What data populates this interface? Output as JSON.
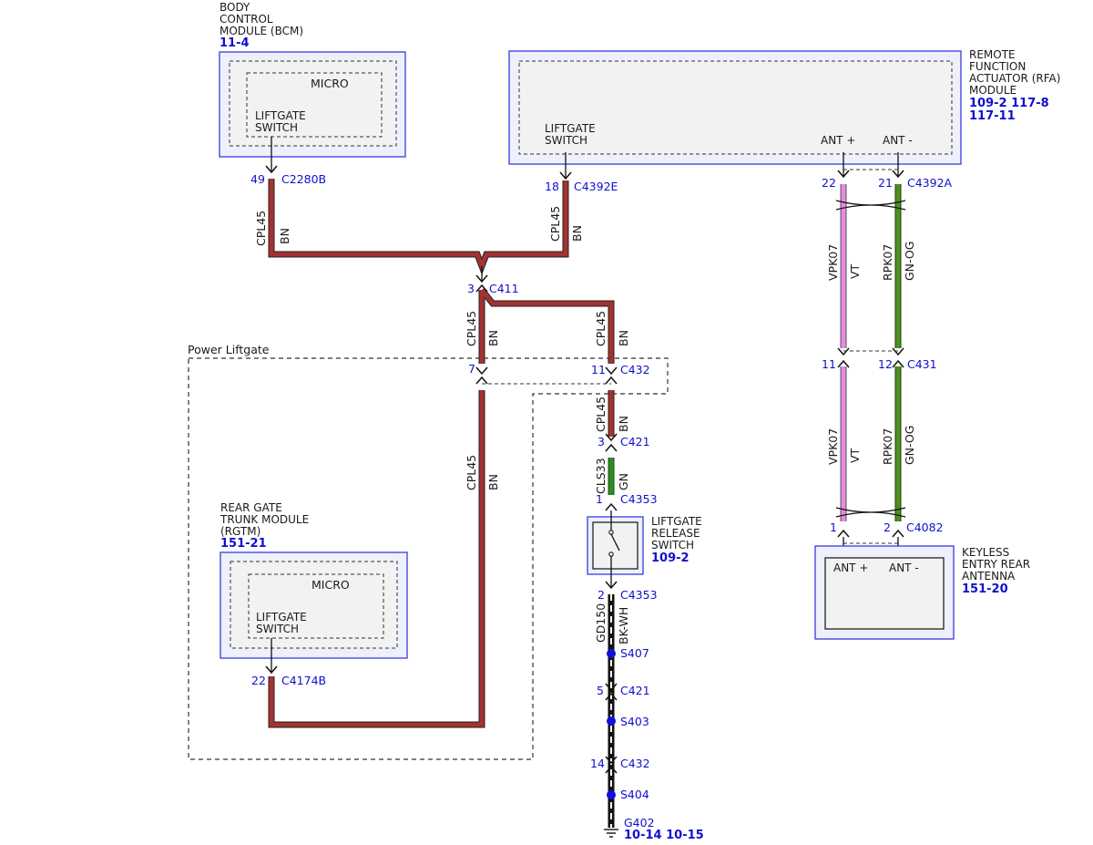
{
  "modules": {
    "bcm": {
      "name_lines": [
        "BODY",
        "CONTROL",
        "MODULE (BCM)"
      ],
      "ref": "11-4",
      "inner_label": "MICRO",
      "switch_lines": [
        "LIFTGATE",
        "SWITCH"
      ],
      "pin": "49",
      "connector": "C2280B"
    },
    "rfa": {
      "name_lines": [
        "REMOTE",
        "FUNCTION",
        "ACTUATOR (RFA)",
        "MODULE"
      ],
      "ref_lines": [
        "109-2 117-8",
        "117-11"
      ],
      "switch_lines": [
        "LIFTGATE",
        "SWITCH"
      ],
      "ant_plus": "ANT +",
      "ant_minus": "ANT -",
      "pin_switch": "18",
      "conn_switch": "C4392E",
      "pin_ant_plus": "22",
      "pin_ant_minus": "21",
      "conn_ant": "C4392A"
    },
    "rgtm": {
      "name_lines": [
        "REAR GATE",
        "TRUNK MODULE",
        "(RGTM)"
      ],
      "ref": "151-21",
      "inner_label": "MICRO",
      "switch_lines": [
        "LIFTGATE",
        "SWITCH"
      ],
      "pin": "22",
      "connector": "C4174B"
    },
    "antenna": {
      "name_lines": [
        "KEYLESS",
        "ENTRY REAR",
        "ANTENNA"
      ],
      "ref": "151-20",
      "ant_plus": "ANT +",
      "ant_minus": "ANT -",
      "pin_plus": "1",
      "pin_minus": "2",
      "connector": "C4082"
    },
    "release_switch": {
      "name_lines": [
        "LIFTGATE",
        "RELEASE",
        "SWITCH"
      ],
      "ref": "109-2"
    }
  },
  "region": {
    "label": "Power Liftgate"
  },
  "connectors": {
    "c411": {
      "pin": "3",
      "name": "C411"
    },
    "c432_left": {
      "pin": "7"
    },
    "c432_right": {
      "pin": "11",
      "name": "C432"
    },
    "c421_top": {
      "pin": "3",
      "name": "C421"
    },
    "c4353_top": {
      "pin": "1",
      "name": "C4353"
    },
    "c4353_bot": {
      "pin": "2",
      "name": "C4353"
    },
    "c421_bot": {
      "pin": "5",
      "name": "C421"
    },
    "c432_bot": {
      "pin": "14",
      "name": "C432"
    },
    "c431": {
      "pin_left": "11",
      "pin_right": "12",
      "name": "C431"
    }
  },
  "splices": {
    "s407": "S407",
    "s403": "S403",
    "s404": "S404"
  },
  "ground": {
    "name": "G402",
    "ref": "10-14 10-15"
  },
  "wires": {
    "cpl45": {
      "circuit": "CPL45",
      "color_code": "BN",
      "color": "#a33232"
    },
    "cls33": {
      "circuit": "CLS33",
      "color_code": "GN",
      "color": "#2e8b22"
    },
    "gd150": {
      "circuit": "GD150",
      "color_code": "BK-WH",
      "color": "#111111"
    },
    "vpk07": {
      "circuit": "VPK07",
      "color_code": "VT",
      "color": "#e68ae0"
    },
    "rpk07": {
      "circuit": "RPK07",
      "color_code": "GN-OG",
      "color": "#4f8f1f"
    }
  },
  "colors": {
    "module_border": "#3a3ae0",
    "module_fill": "#f2f2f2",
    "blue_text": "#1010d0",
    "splice": "#1010e0"
  }
}
